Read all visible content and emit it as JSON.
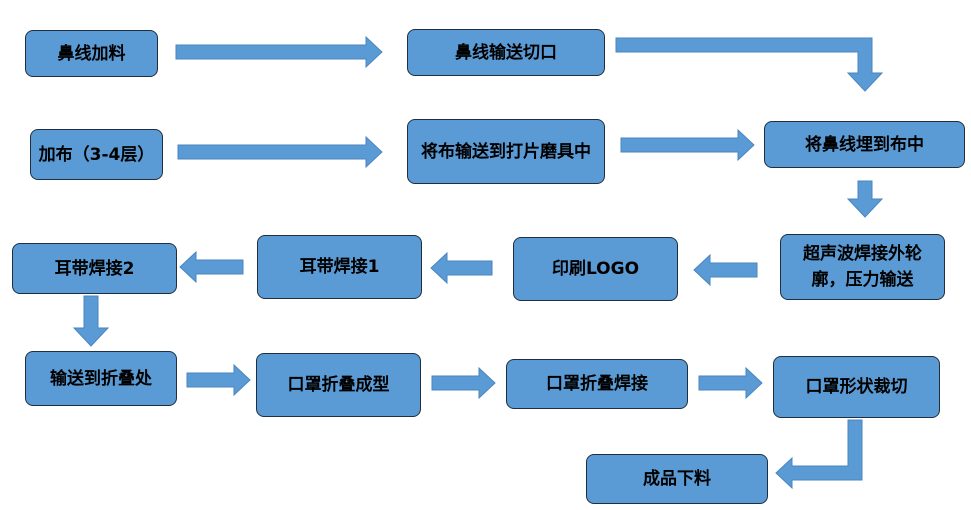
{
  "colors": {
    "node_fill": "#5b9bd5",
    "node_border": "#1f2f3f",
    "arrow_fill": "#5b9bd5",
    "arrow_border": "#4a86c0",
    "text": "#000000",
    "background": "#ffffff"
  },
  "nodes": {
    "nose_wire_feed": "鼻线加料",
    "nose_wire_transport_cut": "鼻线输送切口",
    "fabric_feed": "加布（3-4层）",
    "fabric_to_die": "将布输送到打片磨具中",
    "embed_nose_wire": "将鼻线埋到布中",
    "ultrasonic_weld": "超声波焊接外轮廓，压力输送",
    "print_logo": "印刷LOGO",
    "ear_loop_weld_1": "耳带焊接1",
    "ear_loop_weld_2": "耳带焊接2",
    "to_folding": "输送到折叠处",
    "mask_fold_form": "口罩折叠成型",
    "mask_fold_weld": "口罩折叠焊接",
    "mask_shape_cut": "口罩形状裁切",
    "product_unload": "成品下料"
  }
}
